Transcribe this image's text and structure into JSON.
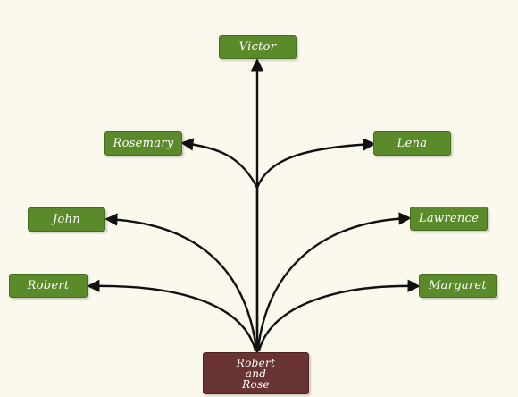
{
  "colors": {
    "background": "#fbf8ed",
    "child_node": "#5b8a2b",
    "root_node": "#6a3434",
    "edge": "#111111",
    "text": "#ffffff"
  },
  "root": {
    "lines": [
      "Robert",
      "and",
      "Rose"
    ]
  },
  "children": {
    "victor": "Victor",
    "rosemary": "Rosemary",
    "lena": "Lena",
    "john": "John",
    "lawrence": "Lawrence",
    "robert": "Robert",
    "margaret": "Margaret"
  }
}
